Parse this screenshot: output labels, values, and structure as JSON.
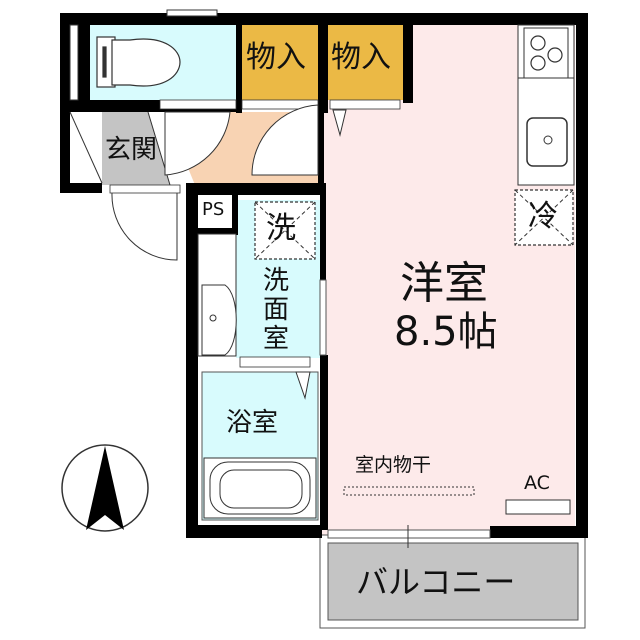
{
  "floor_plan": {
    "rooms": {
      "toilet": {
        "label": "",
        "color": "#d8fbfd"
      },
      "storage_1": {
        "label": "物入",
        "color": "#ebb945"
      },
      "storage_2": {
        "label": "物入",
        "color": "#ebb945"
      },
      "entrance": {
        "label": "玄関",
        "color": "#c4c4c4"
      },
      "hallway": {
        "label": "",
        "color": "#f8d3b3"
      },
      "pipe_space": {
        "label": "PS"
      },
      "washroom": {
        "label": "洗面室",
        "label_lines": [
          "洗",
          "面",
          "室"
        ],
        "color": "#d8fbfd"
      },
      "washer_space": {
        "label": "洗"
      },
      "bathroom": {
        "label": "浴室",
        "color": "#d8fbfd"
      },
      "western_room": {
        "label": "洋室",
        "size": "8.5帖",
        "color": "#fdeaea"
      },
      "fridge_space": {
        "label": "冷"
      },
      "indoor_drying": {
        "label": "室内物干"
      },
      "aircon": {
        "label": "AC"
      },
      "balcony": {
        "label": "バルコニー",
        "color": "#c4c4c4"
      }
    },
    "compass": {
      "label": "north-arrow"
    },
    "colors": {
      "wall": "#000000",
      "line": "#333333"
    }
  }
}
